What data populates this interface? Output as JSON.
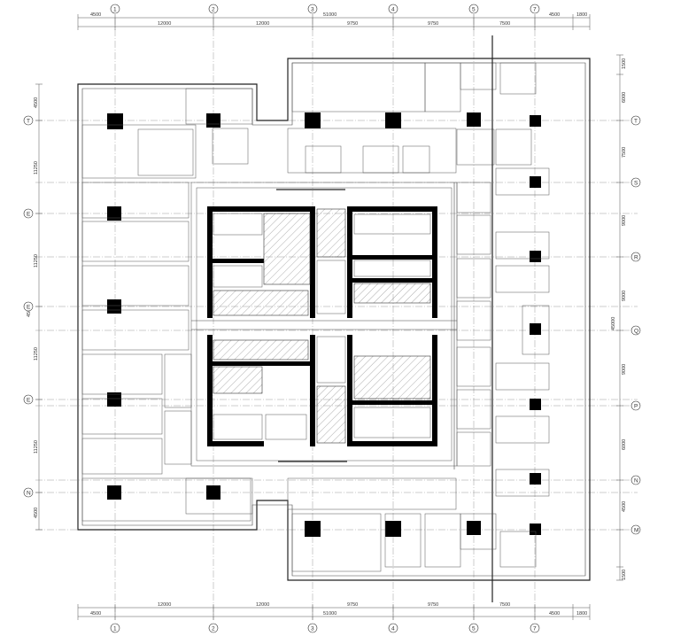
{
  "column_axes": [
    "1",
    "2",
    "3",
    "4",
    "5",
    "7"
  ],
  "row_axes": [
    "T",
    "S",
    "R",
    "Q",
    "P",
    "N",
    "M"
  ],
  "left_row_axes": [
    "T",
    "E",
    "E",
    "E",
    "N"
  ],
  "top_dimensions": [
    "4500",
    "12000",
    "12000",
    "9750",
    "9750",
    "7500",
    "4500",
    "1800"
  ],
  "top_total": "51000",
  "bottom_dimensions": [
    "4500",
    "12000",
    "12000",
    "9750",
    "9750",
    "7500",
    "4500",
    "1800"
  ],
  "bottom_total": "51000",
  "left_dimensions": [
    "4500",
    "11250",
    "11250",
    "11250",
    "11250",
    "4500"
  ],
  "left_total": "45000",
  "right_dimensions": [
    "1500",
    "6000",
    "7500",
    "9000",
    "9000",
    "9000",
    "6000",
    "4500",
    "1500"
  ],
  "right_total": "45000",
  "colors": {
    "line": "#222222",
    "column": "#000000",
    "axis": "#9a9a9a",
    "background": "#ffffff"
  }
}
